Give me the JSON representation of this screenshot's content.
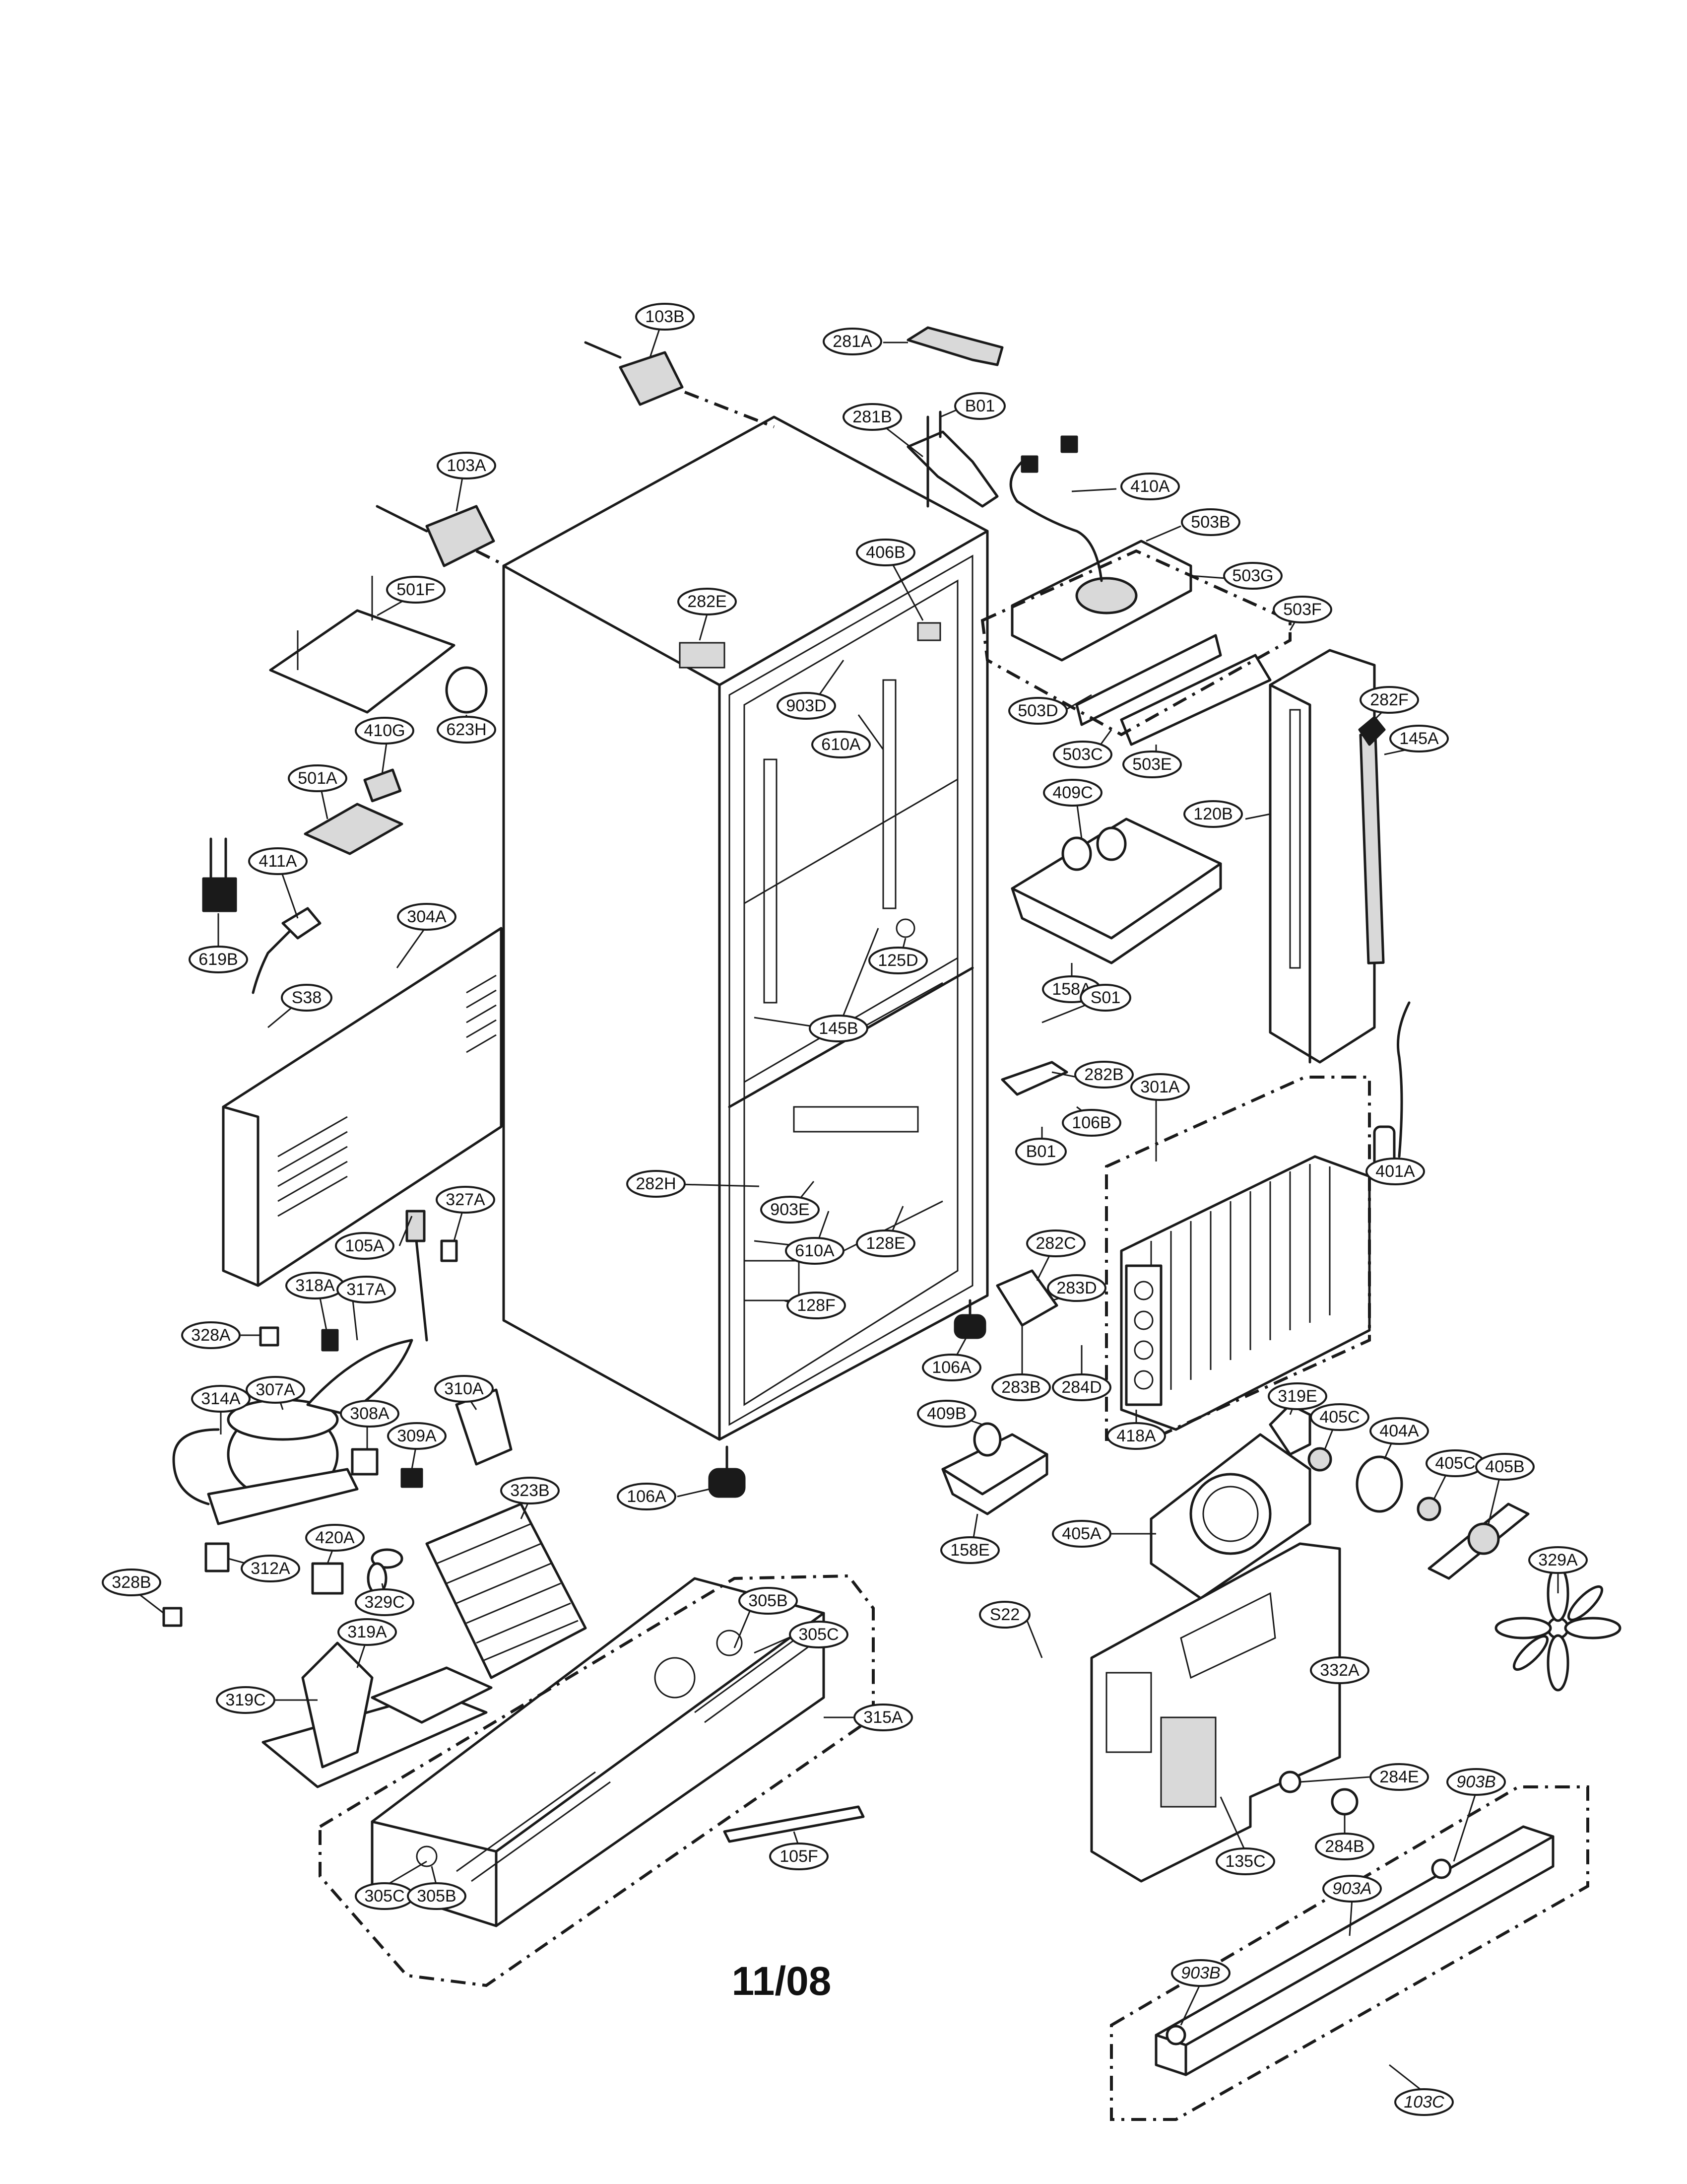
{
  "diagram": {
    "date_code": "11/08",
    "callouts": [
      {
        "id": "103B"
      },
      {
        "id": "281A"
      },
      {
        "id": "B01"
      },
      {
        "id": "281B"
      },
      {
        "id": "410A"
      },
      {
        "id": "103A"
      },
      {
        "id": "503B"
      },
      {
        "id": "406B"
      },
      {
        "id": "503G"
      },
      {
        "id": "282E"
      },
      {
        "id": "501F"
      },
      {
        "id": "503F"
      },
      {
        "id": "903D"
      },
      {
        "id": "503D"
      },
      {
        "id": "282F"
      },
      {
        "id": "623H"
      },
      {
        "id": "610A"
      },
      {
        "id": "145A"
      },
      {
        "id": "410G"
      },
      {
        "id": "503C"
      },
      {
        "id": "503E"
      },
      {
        "id": "501A"
      },
      {
        "id": "409C"
      },
      {
        "id": "120B"
      },
      {
        "id": "411A"
      },
      {
        "id": "304A"
      },
      {
        "id": "125D"
      },
      {
        "id": "619B"
      },
      {
        "id": "158A"
      },
      {
        "id": "145B"
      },
      {
        "id": "S01"
      },
      {
        "id": "S38"
      },
      {
        "id": "282B"
      },
      {
        "id": "301A"
      },
      {
        "id": "106B"
      },
      {
        "id": "B01"
      },
      {
        "id": "401A"
      },
      {
        "id": "282H"
      },
      {
        "id": "903E"
      },
      {
        "id": "327A"
      },
      {
        "id": "128E"
      },
      {
        "id": "105A"
      },
      {
        "id": "610A"
      },
      {
        "id": "282C"
      },
      {
        "id": "318A"
      },
      {
        "id": "317A"
      },
      {
        "id": "283D"
      },
      {
        "id": "128F"
      },
      {
        "id": "328A"
      },
      {
        "id": "106A"
      },
      {
        "id": "284D"
      },
      {
        "id": "283B"
      },
      {
        "id": "314A"
      },
      {
        "id": "307A"
      },
      {
        "id": "310A"
      },
      {
        "id": "319E"
      },
      {
        "id": "308A"
      },
      {
        "id": "405C"
      },
      {
        "id": "418A"
      },
      {
        "id": "404A"
      },
      {
        "id": "309A"
      },
      {
        "id": "409B"
      },
      {
        "id": "405C"
      },
      {
        "id": "405B"
      },
      {
        "id": "106A"
      },
      {
        "id": "323B"
      },
      {
        "id": "405A"
      },
      {
        "id": "158E"
      },
      {
        "id": "420A"
      },
      {
        "id": "329A"
      },
      {
        "id": "312A"
      },
      {
        "id": "328B"
      },
      {
        "id": "329C"
      },
      {
        "id": "305B"
      },
      {
        "id": "S22"
      },
      {
        "id": "305C"
      },
      {
        "id": "319A"
      },
      {
        "id": "332A"
      },
      {
        "id": "319C"
      },
      {
        "id": "315A"
      },
      {
        "id": "284E"
      },
      {
        "id": "903B"
      },
      {
        "id": "105F"
      },
      {
        "id": "284B"
      },
      {
        "id": "135C"
      },
      {
        "id": "903A"
      },
      {
        "id": "305C"
      },
      {
        "id": "305B"
      },
      {
        "id": "903B"
      },
      {
        "id": "103C"
      }
    ]
  }
}
